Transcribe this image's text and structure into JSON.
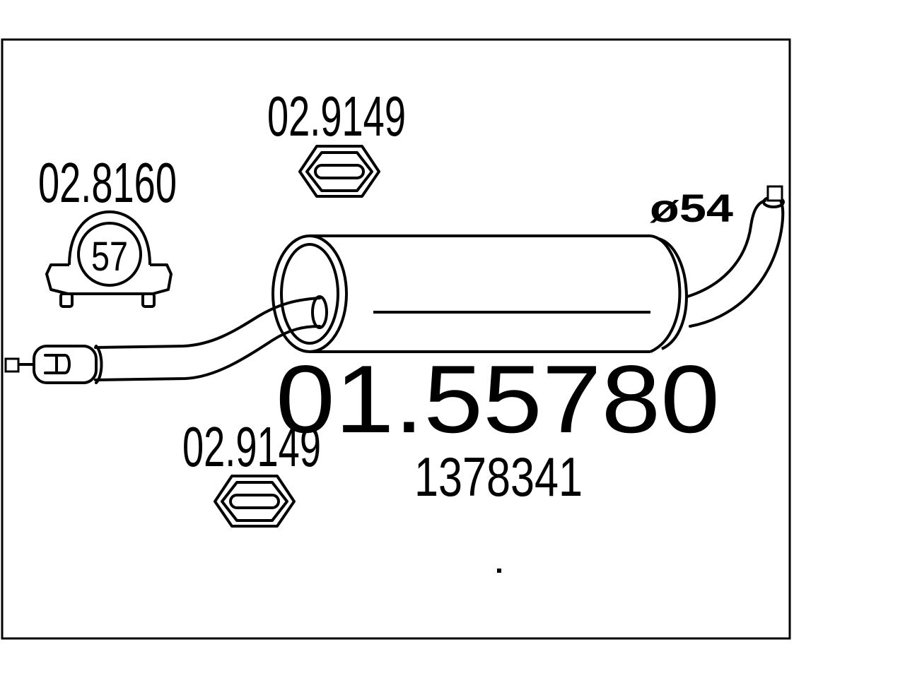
{
  "labels": {
    "clamp_part": "02.8160",
    "clamp_diameter": "57",
    "gasket_top_part": "02.9149",
    "gasket_bottom_part": "02.9149",
    "pipe_diameter": "ø54",
    "main_part_number": "01.55780",
    "oe_number": "1378341"
  },
  "colors": {
    "line": "#000000",
    "background": "#ffffff"
  }
}
